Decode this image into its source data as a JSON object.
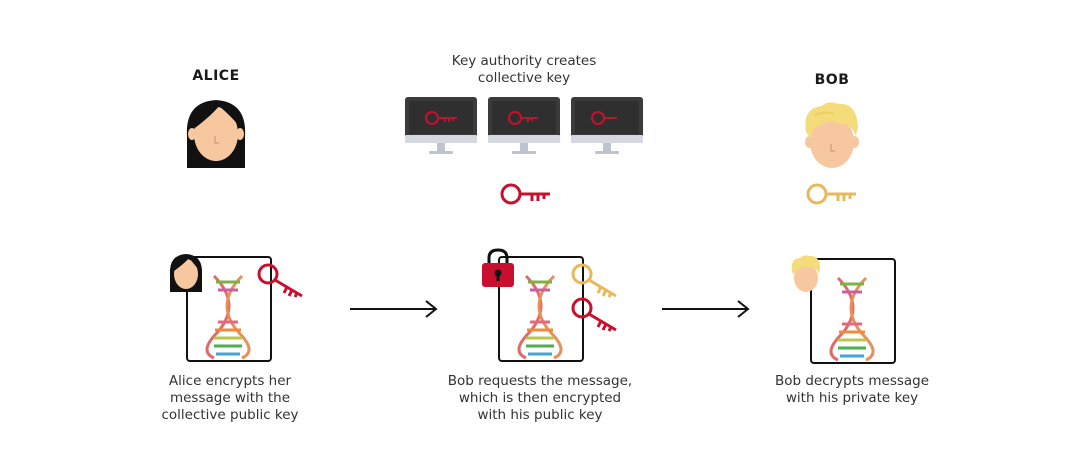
{
  "alice": {
    "name": "ALICE",
    "caption": [
      "Alice encrypts her",
      "message with the",
      "collective public key"
    ]
  },
  "authority": {
    "caption": [
      "Key authority creates",
      "collective key"
    ]
  },
  "bob": {
    "name": "BOB",
    "caption": [
      "Bob decrypts message",
      "with his private key"
    ]
  },
  "request": {
    "caption": [
      "Bob requests the message,",
      "which is then encrypted",
      "with his public key"
    ]
  },
  "colors": {
    "collective_key": "#c8102e",
    "private_key": "#e8b85a",
    "lock": "#c8102e",
    "monitor": "#3b3b3b",
    "monitor_stand": "#bfc3d0",
    "skin": "#f7c8a0",
    "alice_hair": "#111111",
    "bob_hair": "#f5dc7a",
    "arrow": "#111111"
  },
  "icons": [
    "alice-avatar-icon",
    "bob-avatar-icon",
    "monitor-icon",
    "key-icon",
    "lock-icon",
    "dna-icon",
    "arrow-icon"
  ]
}
